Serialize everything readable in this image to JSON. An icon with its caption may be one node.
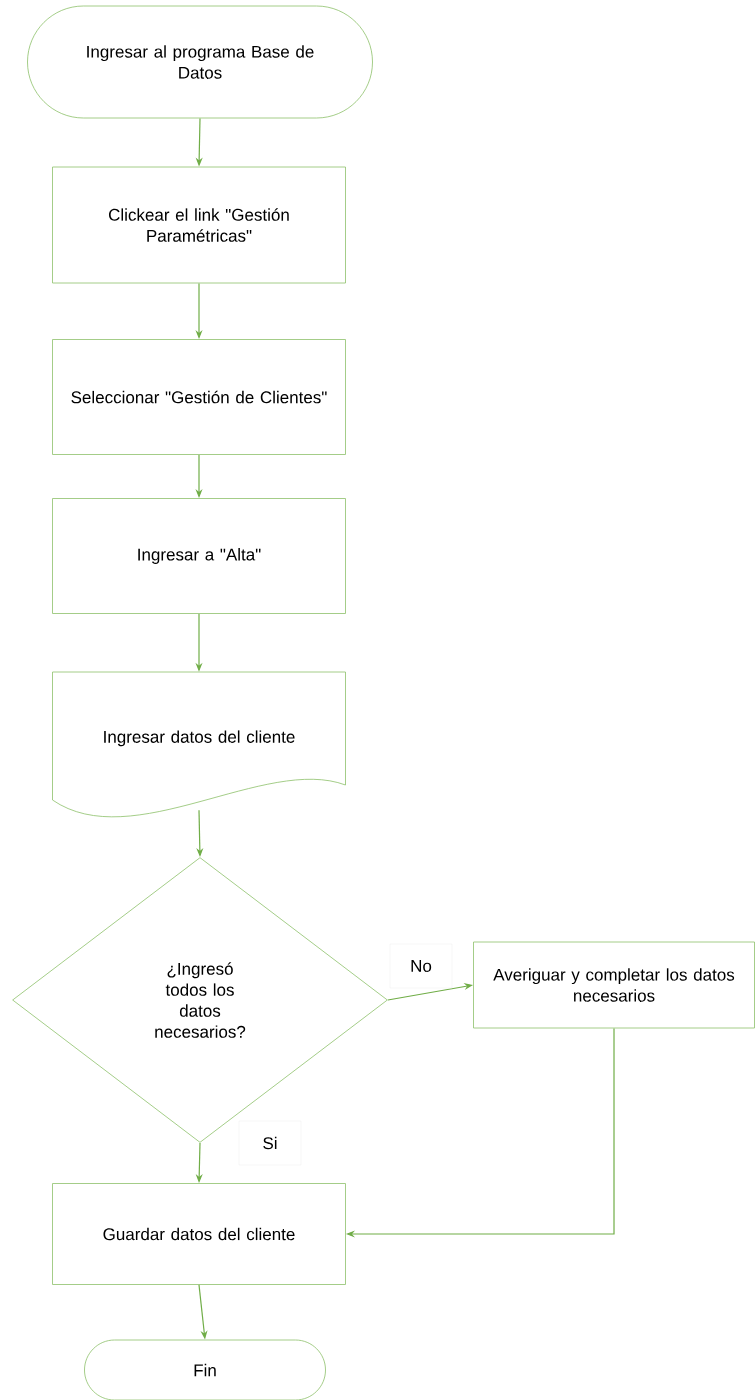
{
  "diagram": {
    "nodes": [
      {
        "text": [
          "Ingresar al programa Base de Datos"
        ]
      },
      {
        "text": [
          "Clickear el link \"Gestión Paramétricas\""
        ]
      },
      {
        "text": [
          "Seleccionar \"Gestión de Clientes\""
        ]
      },
      {
        "text": [
          "Ingresar a \"Alta\""
        ]
      },
      {
        "text": [
          "Ingresar datos del cliente"
        ]
      },
      {
        "text": [
          "¿Ingresó todos los datos necesarios?"
        ]
      },
      {
        "text": [
          "Averiguar y completar los datos necesarios"
        ]
      },
      {
        "text": [
          "Guardar datos del cliente"
        ]
      },
      {
        "text": [
          "Fin"
        ]
      }
    ],
    "edges": [
      {
        "from": 0,
        "to": 1,
        "arrow": "to"
      },
      {
        "from": 1,
        "to": 2,
        "arrow": "to"
      },
      {
        "from": 2,
        "to": 3,
        "arrow": "to"
      },
      {
        "from": 3,
        "to": 4,
        "arrow": "to"
      },
      {
        "from": 4,
        "to": 5,
        "arrow": "to"
      },
      {
        "from": 5,
        "to": 6,
        "arrow": "to",
        "label": "No"
      },
      {
        "from": 5,
        "to": 7,
        "arrow": "to",
        "label": "Si"
      },
      {
        "from": 6,
        "to": 7,
        "arrow": "to"
      },
      {
        "from": 7,
        "to": 8,
        "arrow": "to"
      }
    ]
  }
}
